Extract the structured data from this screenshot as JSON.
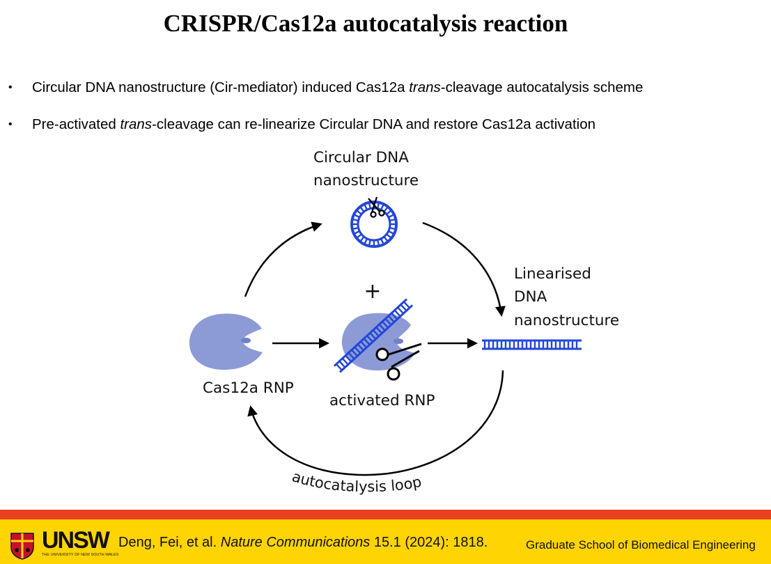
{
  "title": "CRISPR/Cas12a autocatalysis reaction",
  "bullets": [
    {
      "pre": "Circular DNA nanostructure (Cir-mediator) induced Cas12a ",
      "em": "trans",
      "post": "-cleavage autocatalysis scheme"
    },
    {
      "pre": "Pre-activated ",
      "em": "trans",
      "post": "-cleavage can re-linearize Circular DNA and restore Cas12a activation"
    }
  ],
  "bullet_symbol": "•",
  "diagram": {
    "circular_label_1": "Circular DNA",
    "circular_label_2": "nanostructure",
    "linear_label_1": "Linearised",
    "linear_label_2": "DNA",
    "linear_label_3": "nanostructure",
    "cas12a_label": "Cas12a RNP",
    "activated_label": "activated RNP",
    "plus": "+",
    "loop_label": "autocatalysis loop"
  },
  "footer": {
    "logo_text": "UNSW",
    "logo_subtext": "THE UNIVERSITY OF NEW SOUTH WALES",
    "citation_pre": "Deng, Fei, et al. ",
    "citation_journal": "Nature Communications",
    "citation_post": " 15.1 (2024): 1818.",
    "school": "Graduate School of Biomedical Engineering"
  },
  "colors": {
    "dna_blue": "#2346d8",
    "protein_fill": "#8c9bd6",
    "red_bar": "#e8421f",
    "footer_yellow": "#ffd400"
  }
}
